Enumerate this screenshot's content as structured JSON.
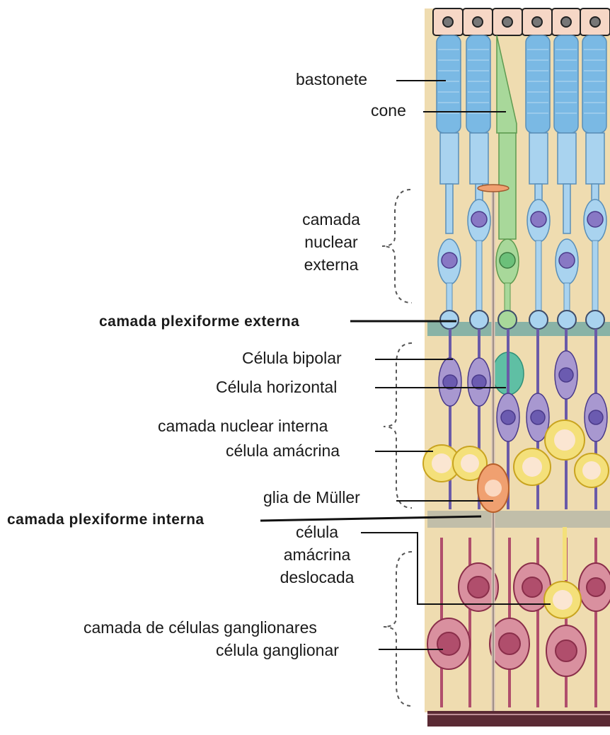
{
  "labels": {
    "rod": "bastonete",
    "cone": "cone",
    "outer_nuclear": [
      "camada",
      "nuclear",
      "externa"
    ],
    "outer_plexiform": "camada plexiforme externa",
    "bipolar": "Célula bipolar",
    "horizontal": "Célula horizontal",
    "inner_nuclear": "camada nuclear interna",
    "amacrine": "célula amácrina",
    "muller": "glia de Müller",
    "inner_plexiform": "camada plexiforme interna",
    "displaced_amacrine": [
      "célula",
      "amácrina",
      "deslocada"
    ],
    "ganglion_layer": "camada de células ganglionares",
    "ganglion_cell": "célula ganglionar"
  },
  "colors": {
    "background_tissue": "#efdcb0",
    "rod": "#a9d3ef",
    "rod_outer": "#7ab9e4",
    "cone": "#a8d89a",
    "nucleus_purple": "#8878c4",
    "bipolar": "#a898d0",
    "horizontal": "#5fbfa4",
    "amacrine": "#f4e07a",
    "muller": "#f0a070",
    "ganglion": "#b04e6c",
    "plexiform_band": "#6fa9a4"
  }
}
